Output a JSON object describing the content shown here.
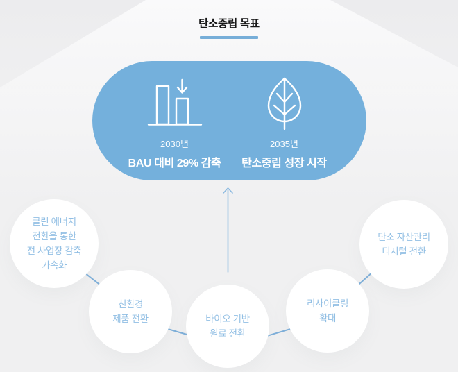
{
  "title": {
    "text": "탄소중립 목표"
  },
  "goal_panel": {
    "items": [
      {
        "icon": "bar-chart-decrease-icon",
        "year": "2030년",
        "label": "BAU 대비 29% 감축"
      },
      {
        "icon": "leaf-icon",
        "year": "2035년",
        "label": "탄소중립 성장 시작"
      }
    ]
  },
  "strategies": [
    {
      "lines": [
        "클린 에너지",
        "전환을 통한",
        "전 사업장 감축",
        "가속화"
      ]
    },
    {
      "lines": [
        "친환경",
        "제품 전환"
      ]
    },
    {
      "lines": [
        "바이오 기반",
        "원료 전환"
      ]
    },
    {
      "lines": [
        "리사이클링",
        "확대"
      ]
    },
    {
      "lines": [
        "탄소 자산관리",
        "디지털 전환"
      ]
    }
  ],
  "colors": {
    "pill_blue": "#74B0DC",
    "accent_blue": "#77AED8",
    "circle_text_blue": "#92BFE4",
    "connector_blue": "#7FB0DA",
    "arrow_blue": "#8CB9E0",
    "background": "#F0F0F1"
  }
}
